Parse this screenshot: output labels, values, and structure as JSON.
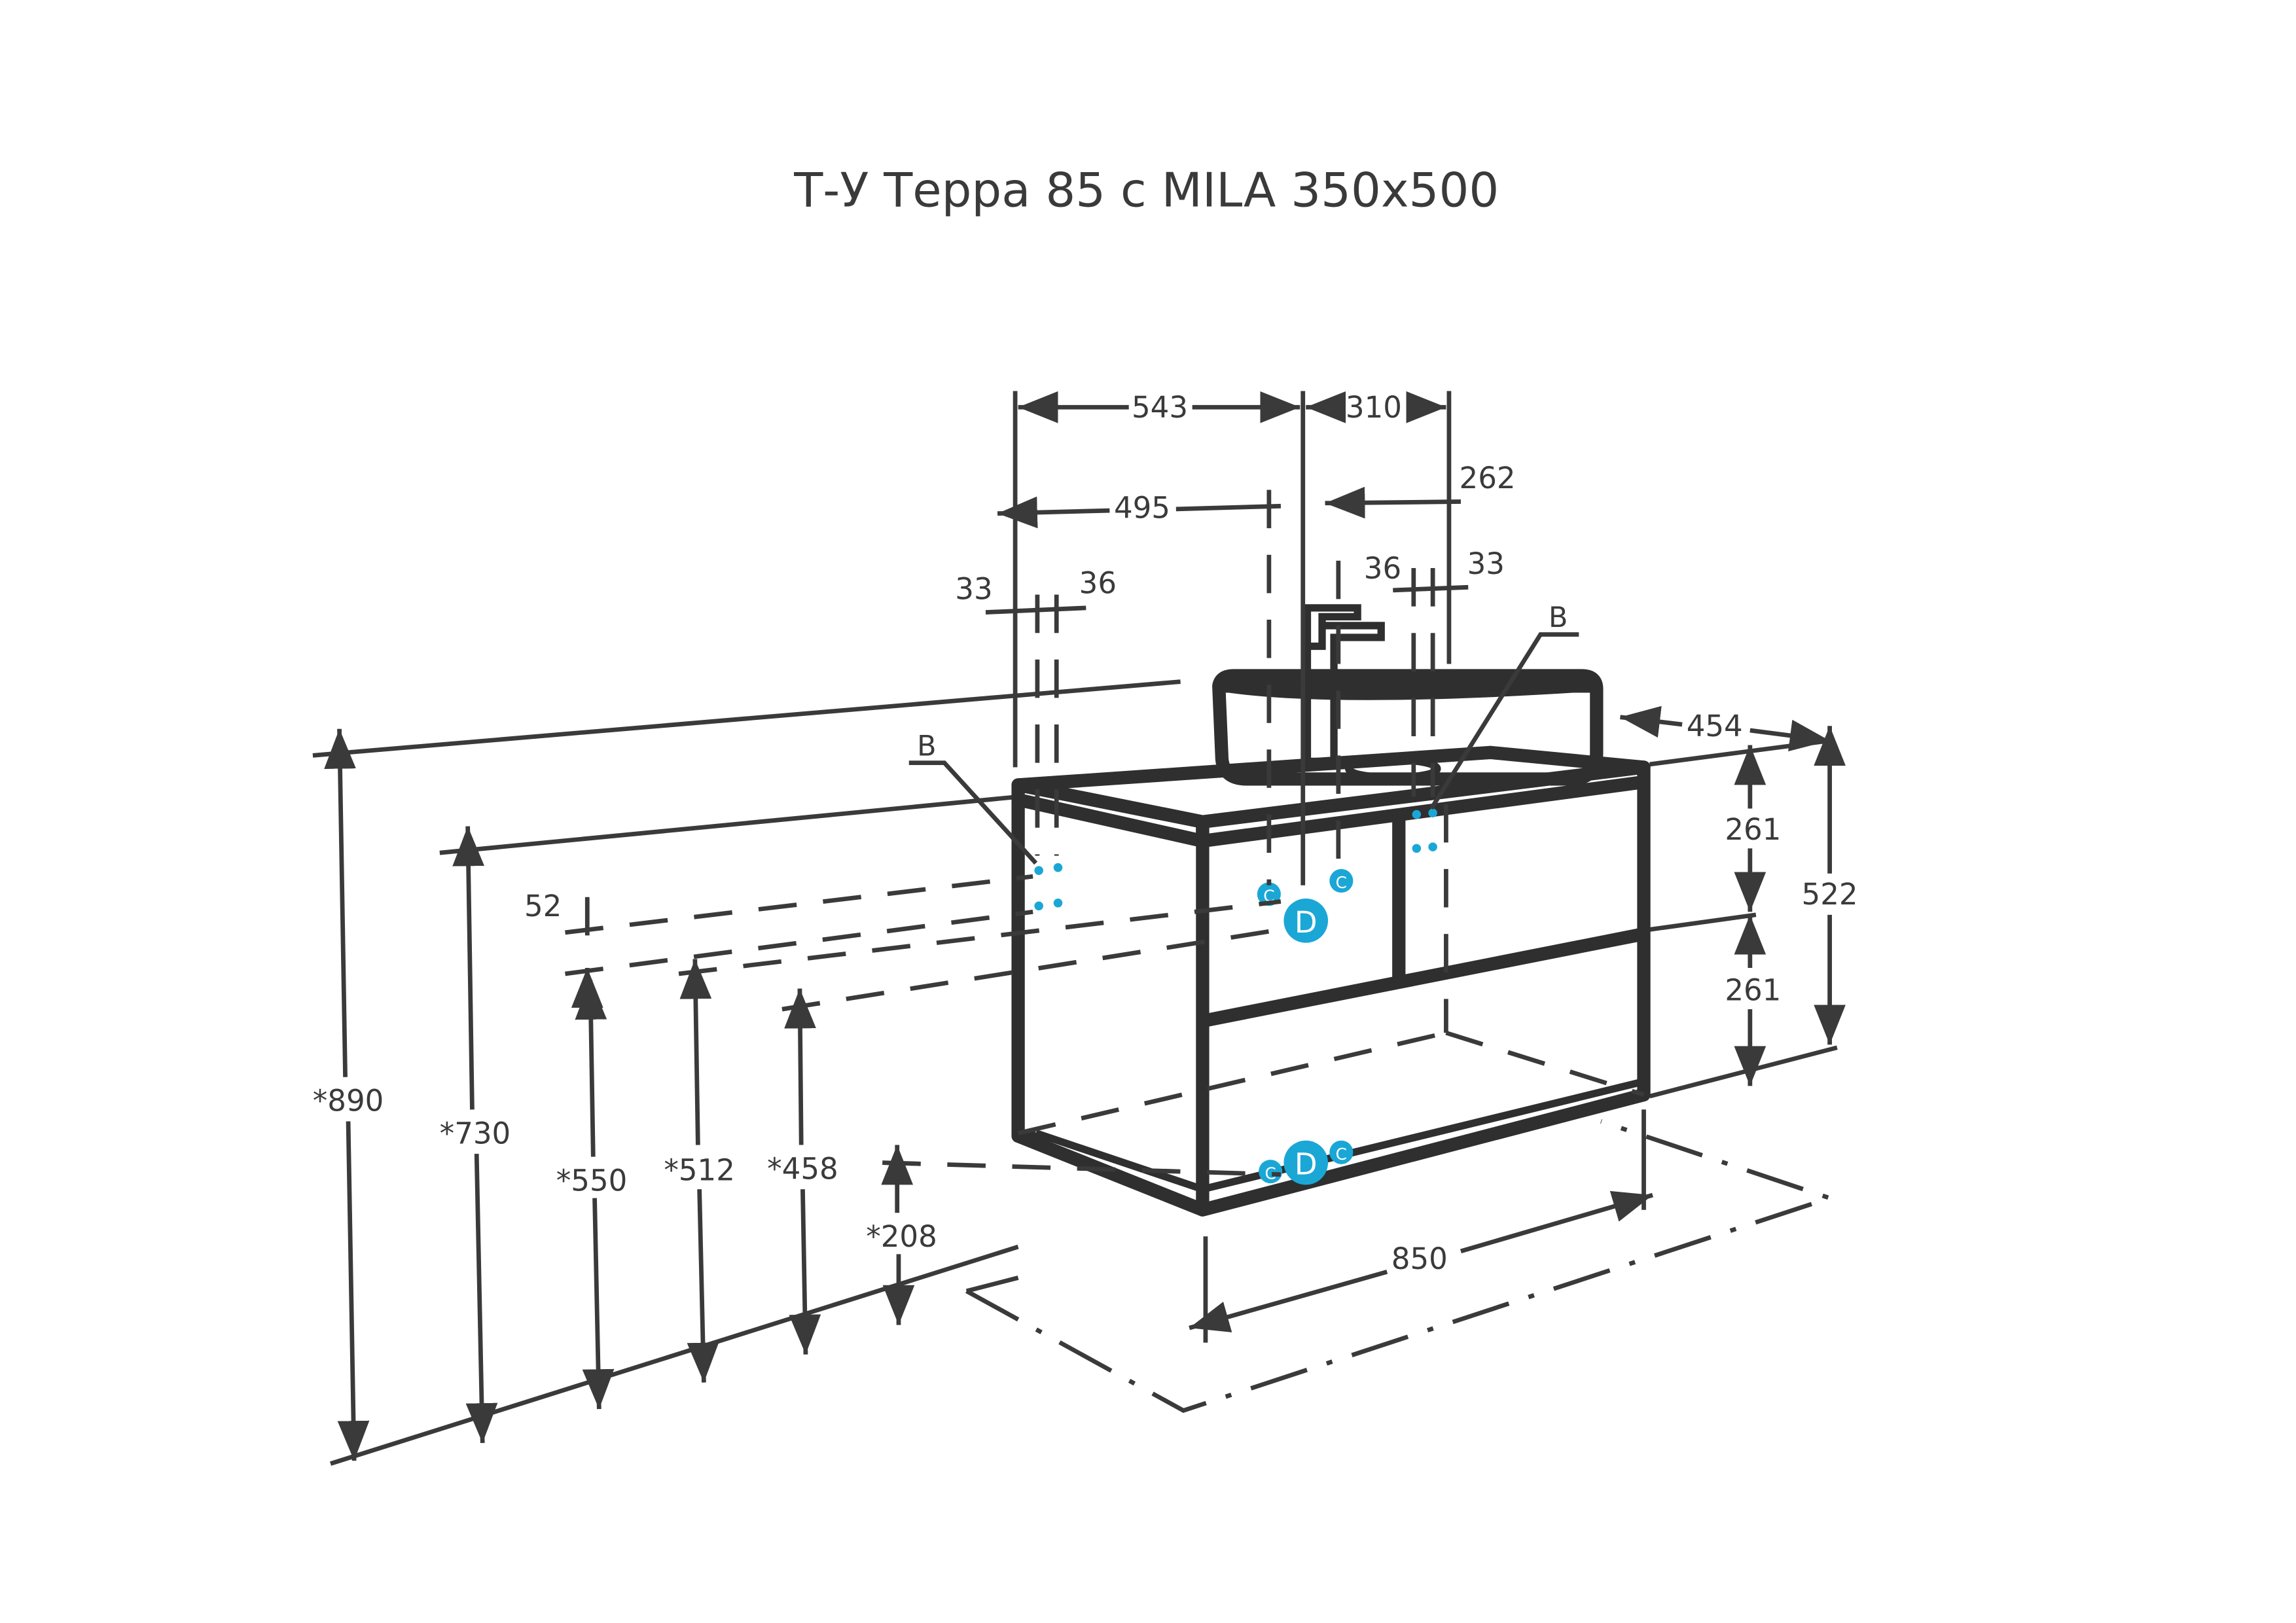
{
  "title": "Т-У Терра 85 с MILA 350x500",
  "dimensions": {
    "d543": "543",
    "d310": "310",
    "d495": "495",
    "d262": "262",
    "d33_left": "33",
    "d36_left": "36",
    "d36_right": "36",
    "d33_right": "33",
    "d454": "454",
    "d261_top": "261",
    "d261_bottom": "261",
    "d522": "522",
    "d52": "52",
    "d890": "*890",
    "d730": "*730",
    "d550": "*550",
    "d512": "*512",
    "d458": "*458",
    "d208": "*208",
    "d850": "850"
  },
  "callouts": {
    "b_left": "B",
    "b_right": "B",
    "c": "C",
    "d": "D"
  },
  "colors": {
    "lines": "#2f2f2f",
    "markers": "#1aa7d6"
  }
}
